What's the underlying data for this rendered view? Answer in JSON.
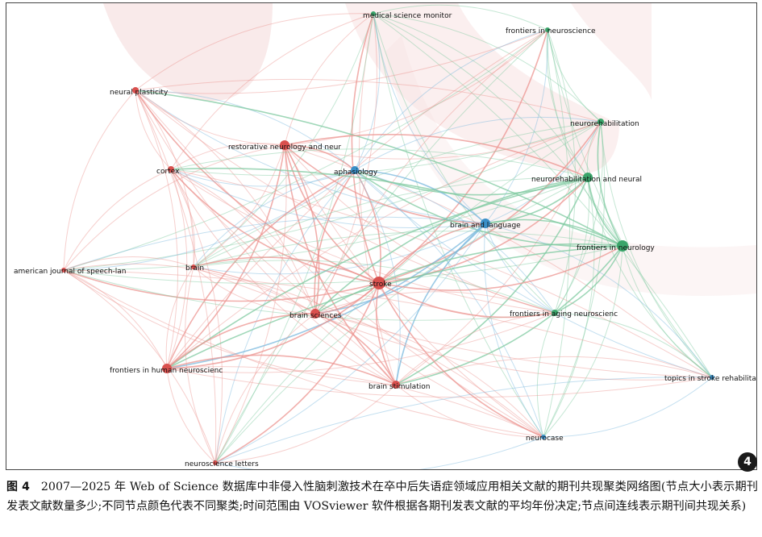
{
  "caption": {
    "label": "图 4",
    "text": "2007—2025 年 Web of Science 数据库中非侵入性脑刺激技术在卒中后失语症领域应用相关文献的期刊共现聚类网络图(节点大小表示期刊发表文献数量多少;不同节点颜色代表不同聚类;时间范围由 VOSviewer 软件根据各期刊发表文献的平均年份决定;节点间连线表示期刊间共现关系)"
  },
  "page_badge": "4",
  "colors": {
    "red": "#d9504e",
    "green": "#3aa56a",
    "blue": "#3a8fc8",
    "red_edge": "#ec9490",
    "green_edge": "#7fcaa0",
    "blue_edge": "#7ab8de"
  },
  "nodes": [
    {
      "label": "medical science monitor",
      "cluster": "green"
    },
    {
      "label": "frontiers in neuroscience",
      "cluster": "green"
    },
    {
      "label": "neural plasticity",
      "cluster": "red"
    },
    {
      "label": "neurorehabilitation",
      "cluster": "green"
    },
    {
      "label": "restorative neurology and neur",
      "cluster": "red"
    },
    {
      "label": "aphasiology",
      "cluster": "blue"
    },
    {
      "label": "cortex",
      "cluster": "red"
    },
    {
      "label": "neurorehabilitation and neural",
      "cluster": "green"
    },
    {
      "label": "brain and language",
      "cluster": "blue"
    },
    {
      "label": "frontiers in neurology",
      "cluster": "green"
    },
    {
      "label": "american journal of speech-lan",
      "cluster": "red"
    },
    {
      "label": "brain",
      "cluster": "red"
    },
    {
      "label": "stroke",
      "cluster": "red"
    },
    {
      "label": "brain sciences",
      "cluster": "red"
    },
    {
      "label": "frontiers in aging neuroscienc",
      "cluster": "green"
    },
    {
      "label": "frontiers in human neuroscienc",
      "cluster": "red"
    },
    {
      "label": "brain stimulation",
      "cluster": "red"
    },
    {
      "label": "topics in stroke rehabilitatio",
      "cluster": "blue"
    },
    {
      "label": "neurocase",
      "cluster": "blue"
    },
    {
      "label": "neuroscience letters",
      "cluster": "red"
    }
  ]
}
